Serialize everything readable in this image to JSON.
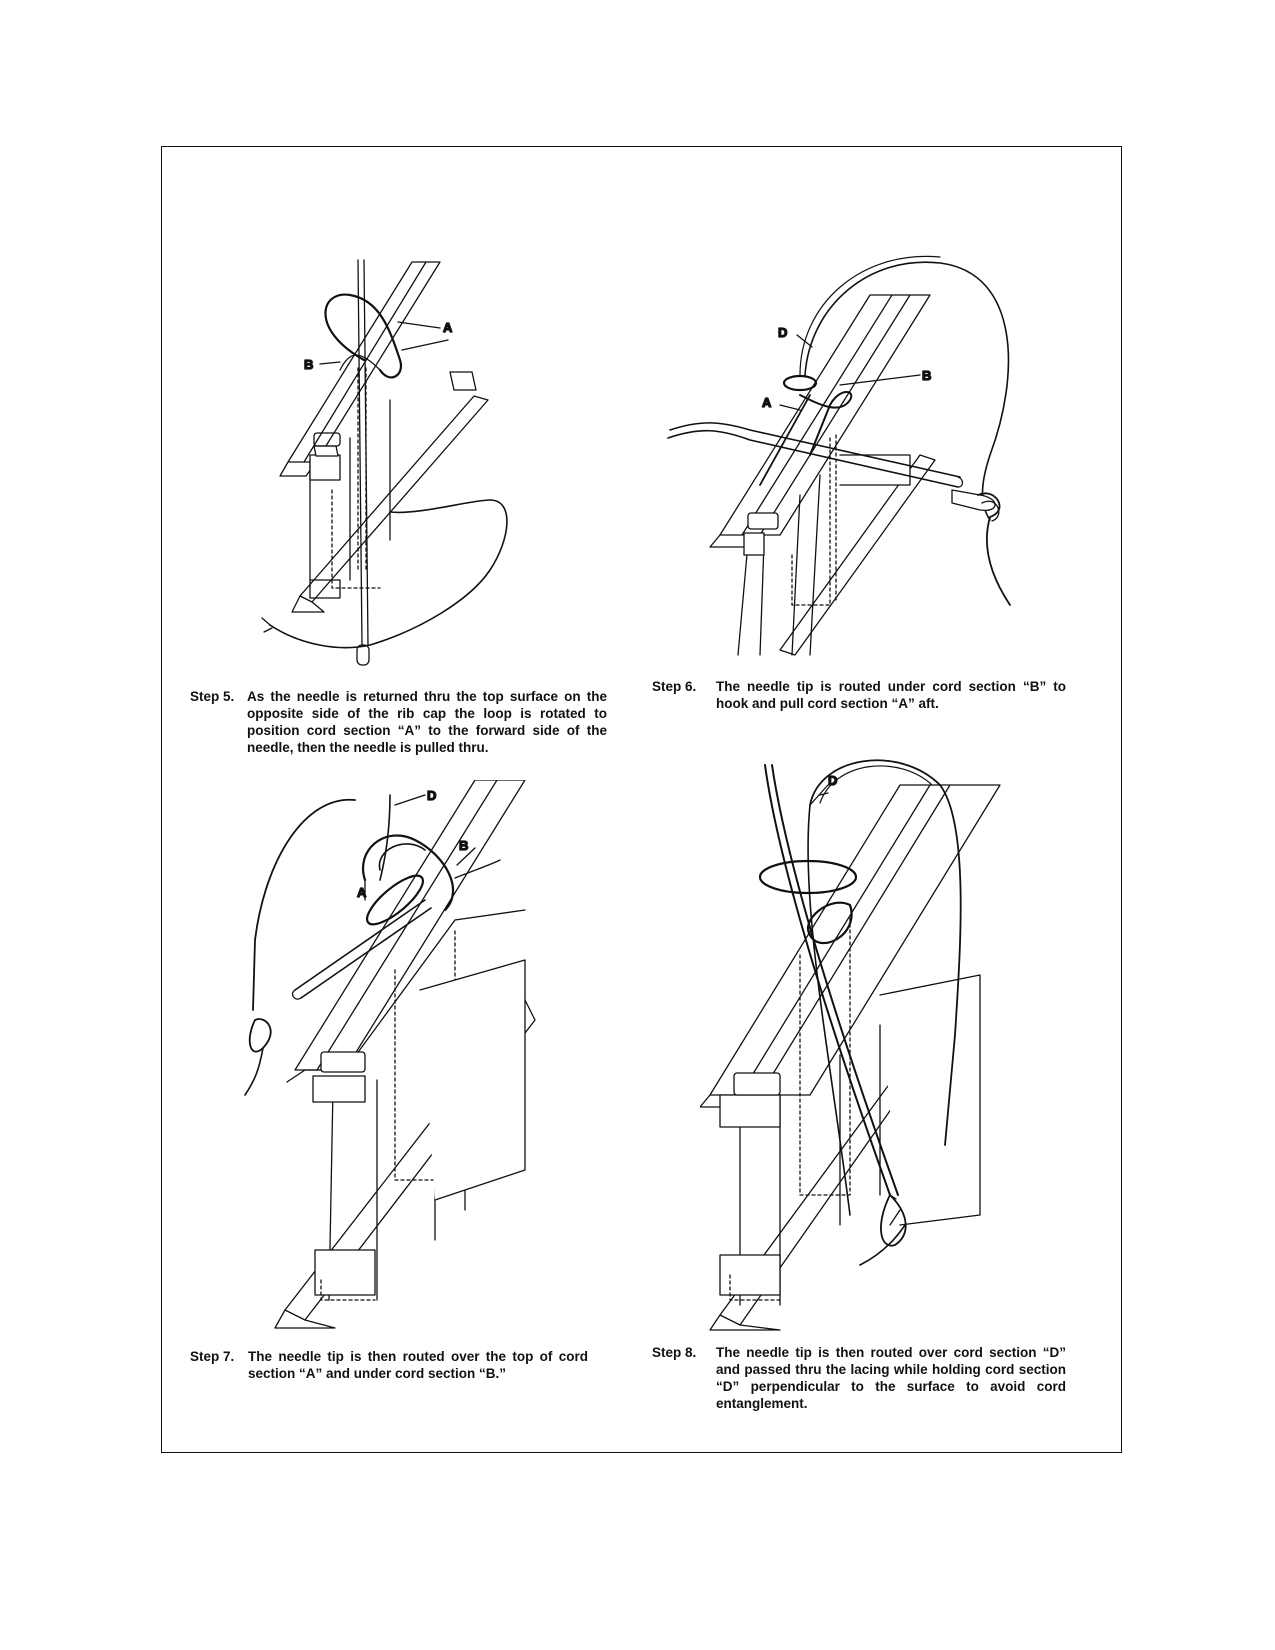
{
  "steps": [
    {
      "number": "Step 5.",
      "text": "As the needle is returned thru the top surface on the opposite side of the rib cap the loop is rotated to position cord section “A” to the forward side of the needle, then the needle is pulled thru.",
      "labels": [
        "A",
        "B"
      ]
    },
    {
      "number": "Step 6.",
      "text": "The needle tip is routed under cord section “B” to hook and pull cord section “A” aft.",
      "labels": [
        "D",
        "B",
        "A"
      ]
    },
    {
      "number": "Step 7.",
      "text": "The needle tip is then routed over the top of cord section “A” and under cord section “B.”",
      "labels": [
        "D",
        "B",
        "A"
      ]
    },
    {
      "number": "Step 8.",
      "text": "The needle tip is then routed over cord section “D” and passed thru the lacing while holding cord section “D” perpendicular to the surface to avoid cord entanglement.",
      "labels": [
        "D"
      ]
    }
  ]
}
